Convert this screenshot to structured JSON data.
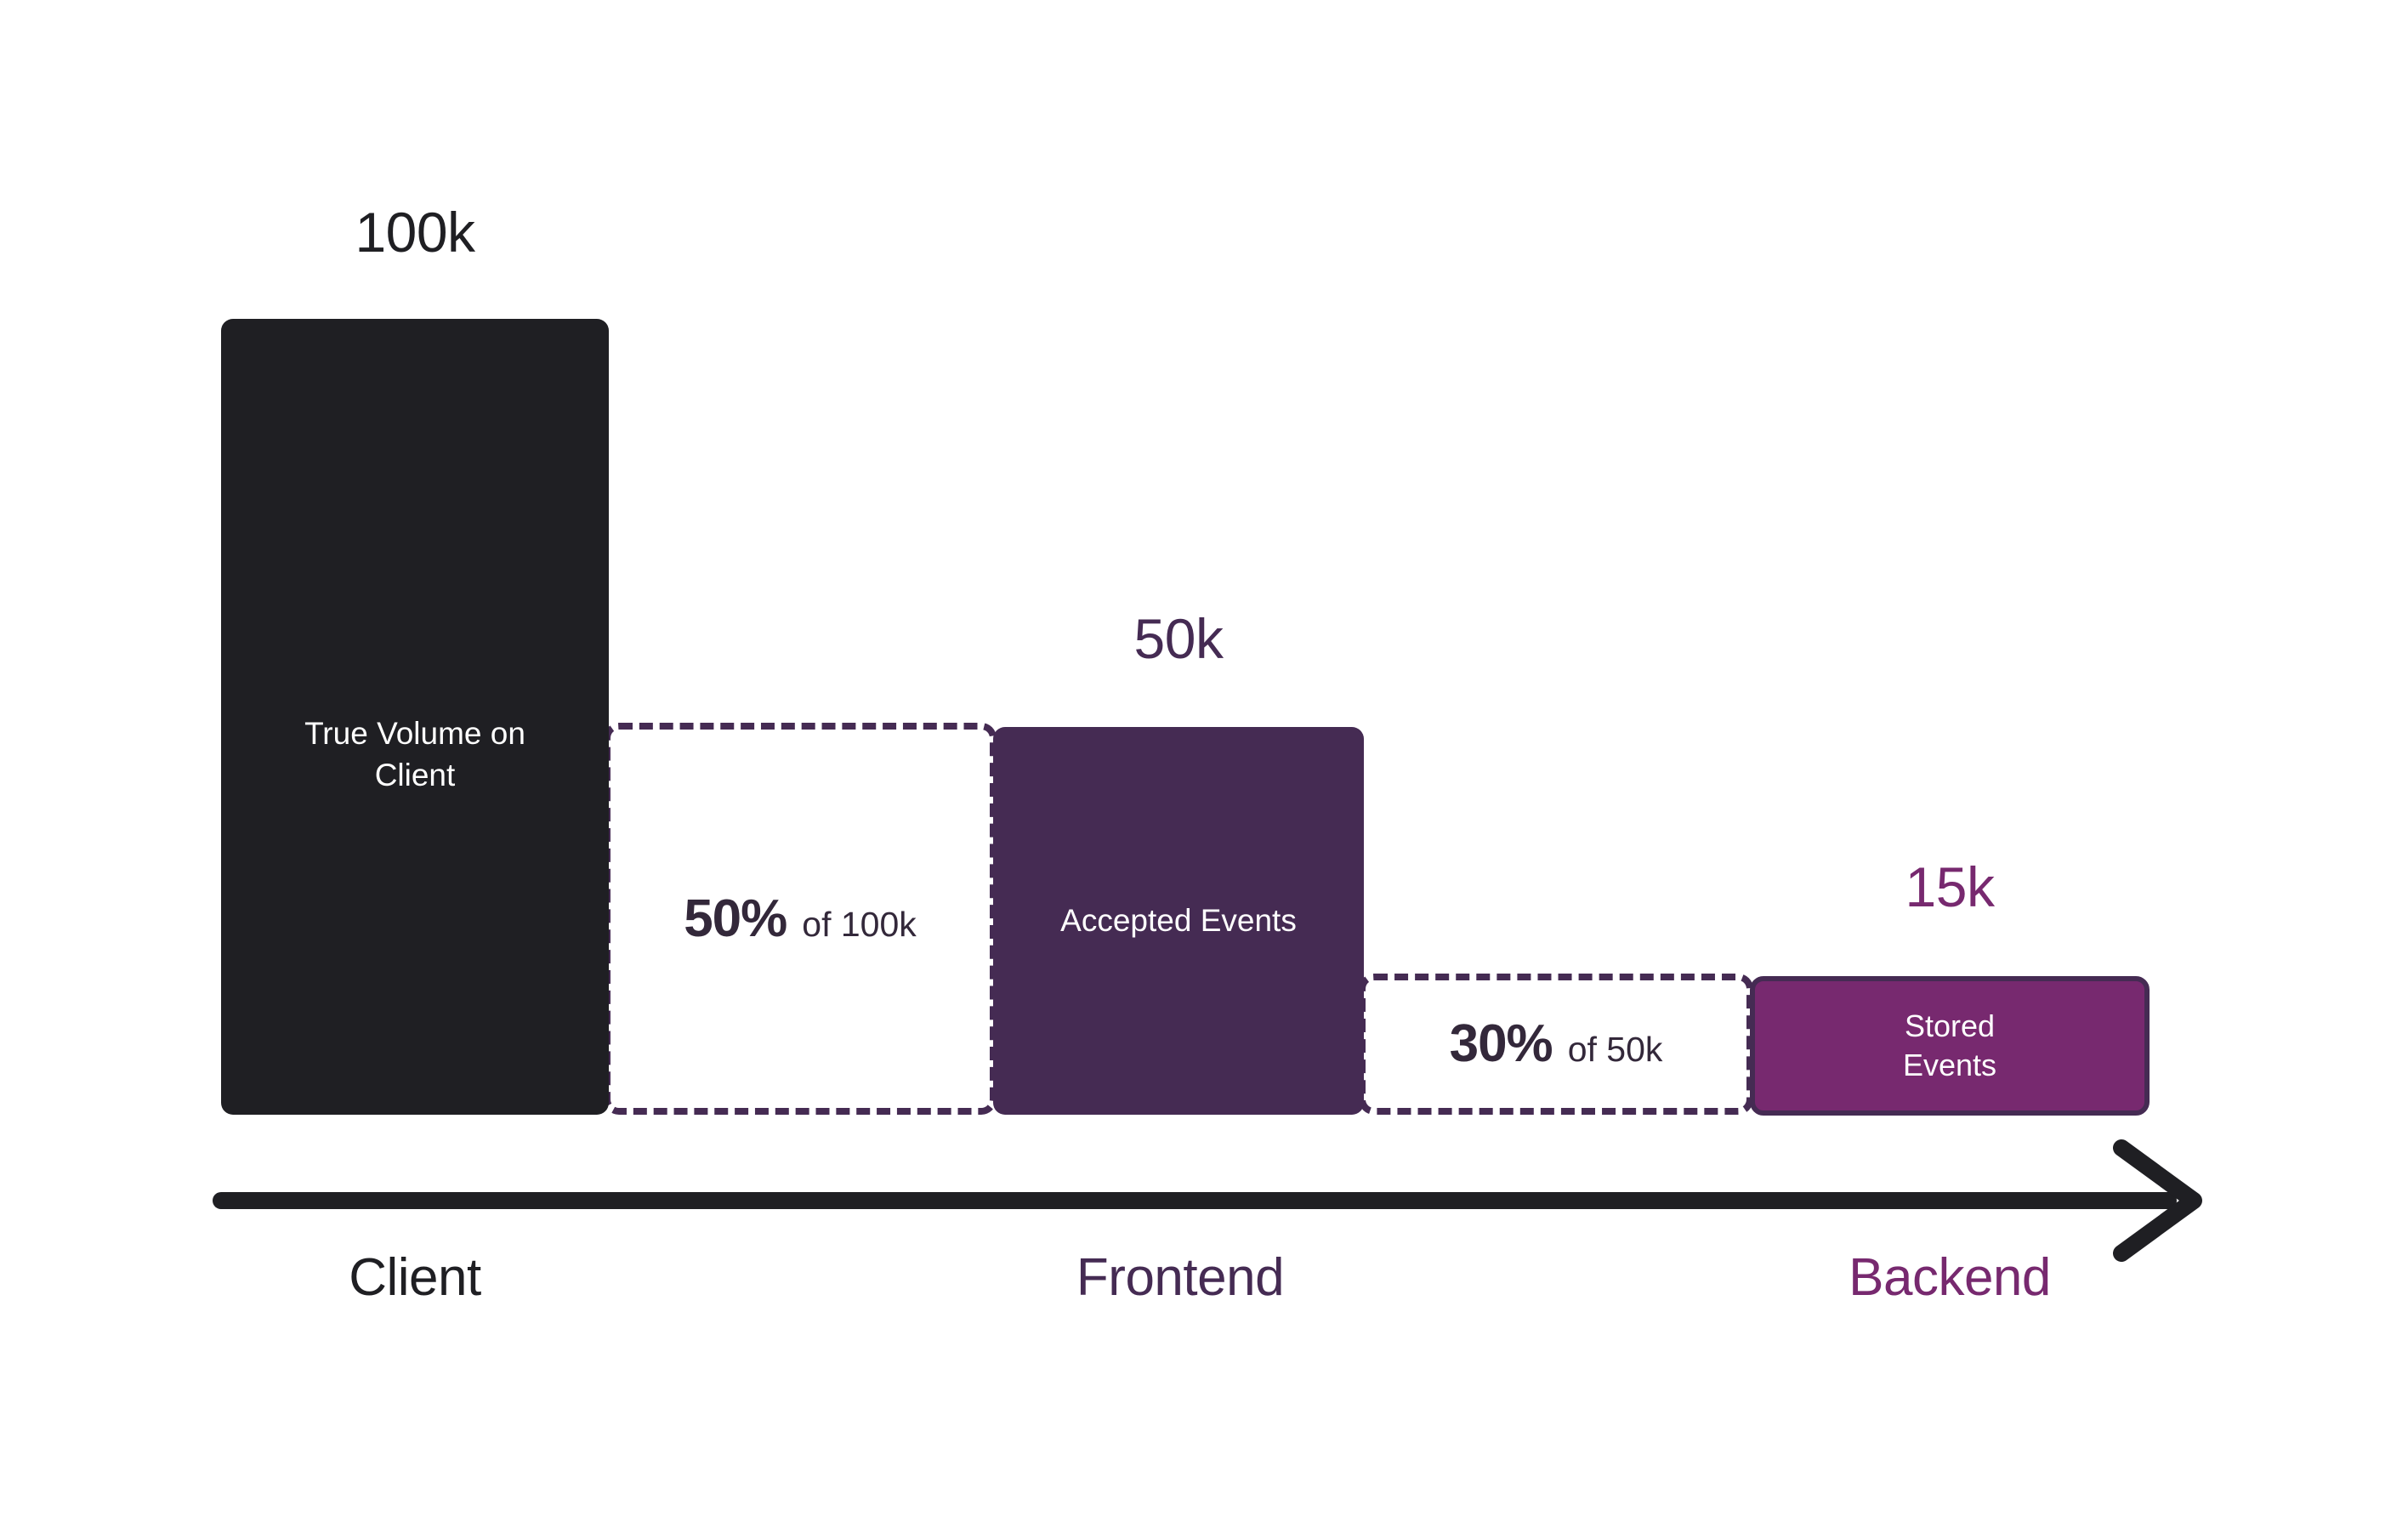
{
  "chart_data": {
    "type": "bar",
    "title": "",
    "subtitle": "",
    "xlabel": "",
    "ylabel": "",
    "grid": false,
    "legend": "none",
    "axis": {
      "direction": "left-to-right",
      "arrowhead": "right",
      "color": "#1f1f23"
    },
    "categories": [
      "Client",
      "Frontend",
      "Backend"
    ],
    "values": [
      100000,
      50000,
      15000
    ],
    "value_labels": [
      "100k",
      "50k",
      "15k"
    ],
    "bar_labels": [
      "True Volume on Client",
      "Accepted Events",
      "Stored Events"
    ],
    "bar_colors": [
      "#1f1f23",
      "#452b53",
      "#77296f"
    ],
    "category_label_colors": [
      "#1f1f23",
      "#452b53",
      "#77296f"
    ],
    "drop_offs": [
      {
        "from": "Client",
        "to": "Frontend",
        "percent": "50%",
        "base": "of 100k",
        "retained_ratio": 0.5
      },
      {
        "from": "Frontend",
        "to": "Backend",
        "percent": "30%",
        "base": "of 50k",
        "retained_ratio": 0.3
      }
    ]
  },
  "bars": {
    "client": {
      "value_label": "100k",
      "inner_label_line1": "True Volume on",
      "inner_label_line2": "Client"
    },
    "frontend": {
      "value_label": "50k",
      "inner_label": "Accepted Events"
    },
    "backend": {
      "value_label": "15k",
      "inner_label_line1": "Stored",
      "inner_label_line2": "Events"
    }
  },
  "gaps": {
    "first": {
      "percent": "50%",
      "base": "of 100k"
    },
    "second": {
      "percent": "30%",
      "base": "of 50k"
    }
  },
  "axis_labels": {
    "client": "Client",
    "frontend": "Frontend",
    "backend": "Backend"
  },
  "colors": {
    "black": "#1f1f23",
    "plum": "#452b53",
    "violet": "#77296f",
    "background": "#ffffff",
    "text_on_bar": "#ffffff"
  }
}
